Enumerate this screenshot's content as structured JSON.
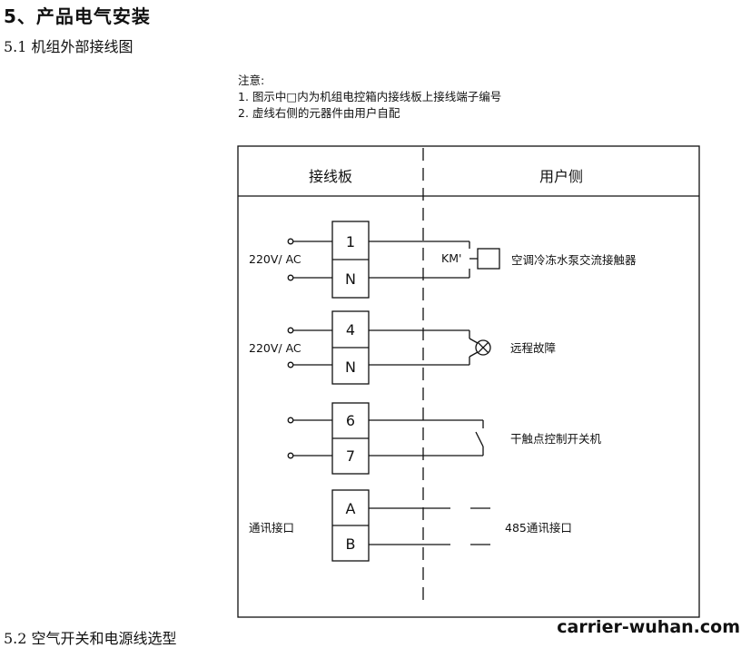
{
  "section_title": "5、产品电气安装",
  "subsection_1": "5.1 机组外部接线图",
  "subsection_2": "5.2 空气开关和电源线选型",
  "notes": {
    "heading": "注意:",
    "line1": "1. 图示中□内为机组电控箱内接线板上接线端子编号",
    "line2": "2. 虚线右侧的元器件由用户自配"
  },
  "diagram": {
    "left_header": "接线板",
    "right_header": "用户侧",
    "terminals": [
      "1",
      "N",
      "4",
      "N",
      "6",
      "7",
      "A",
      "B"
    ],
    "group1_left": "220V/ AC",
    "group1_component": "KM'",
    "group1_right": "空调冷冻水泵交流接触器",
    "group2_left": "220V/ AC",
    "group2_right": "远程故障",
    "group3_right": "干触点控制开关机",
    "group4_left": "通讯接口",
    "group4_right": "485通讯接口"
  },
  "watermark": "carrier-wuhan.com"
}
